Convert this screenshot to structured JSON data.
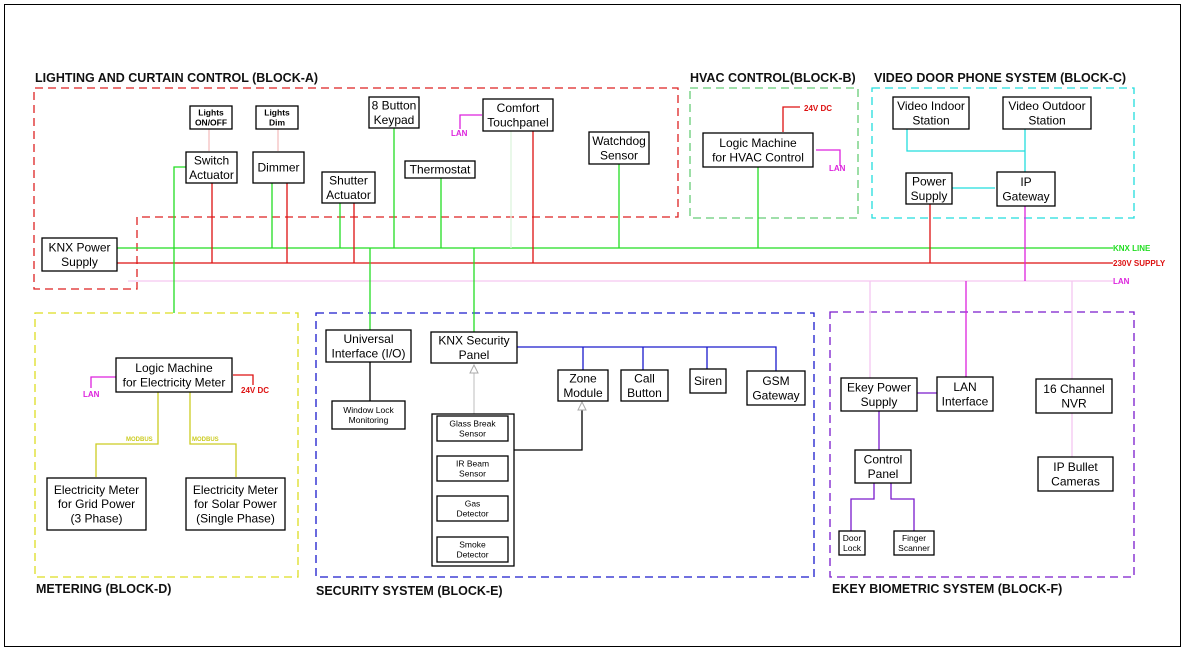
{
  "colors": {
    "knx": "#22dd22",
    "supply": "#dd1111",
    "lan": "#f5c6f0",
    "lan_label": "#dd22dd",
    "block_a": "#dd2222",
    "block_b": "#66cc77",
    "block_c": "#22dddd",
    "block_d": "#dddd22",
    "block_e": "#1a1acc",
    "block_f": "#7a1acc"
  },
  "legend": {
    "knx_line": "KNX LINE",
    "supply": "230V SUPPLY",
    "lan": "LAN"
  },
  "blocks": {
    "a": {
      "title": "LIGHTING AND CURTAIN CONTROL (BLOCK-A)"
    },
    "b": {
      "title": "HVAC CONTROL(BLOCK-B)"
    },
    "c": {
      "title": "VIDEO DOOR PHONE SYSTEM (BLOCK-C)"
    },
    "d": {
      "title": "METERING (BLOCK-D)"
    },
    "e": {
      "title": "SECURITY SYSTEM (BLOCK-E)"
    },
    "f": {
      "title": "EKEY BIOMETRIC SYSTEM (BLOCK-F)"
    }
  },
  "nodes": {
    "lights_onoff": [
      "Lights",
      "ON/OFF"
    ],
    "lights_dim": [
      "Lights",
      "Dim"
    ],
    "switch_actuator": [
      "Switch",
      "Actuator"
    ],
    "dimmer": [
      "Dimmer"
    ],
    "shutter_actuator": [
      "Shutter",
      "Actuator"
    ],
    "keypad": [
      "8 Button",
      "Keypad"
    ],
    "thermostat": [
      "Thermostat"
    ],
    "touchpanel": [
      "Comfort",
      "Touchpanel"
    ],
    "watchdog": [
      "Watchdog",
      "Sensor"
    ],
    "knx_power": [
      "KNX Power",
      "Supply"
    ],
    "lm_hvac": [
      "Logic Machine",
      "for HVAC Control"
    ],
    "video_indoor": [
      "Video Indoor",
      "Station"
    ],
    "video_outdoor": [
      "Video Outdoor",
      "Station"
    ],
    "vdp_power": [
      "Power",
      "Supply"
    ],
    "ip_gateway": [
      "IP",
      "Gateway"
    ],
    "lm_meter": [
      "Logic Machine",
      "for Electricity Meter"
    ],
    "meter_grid": [
      "Electricity Meter",
      "for Grid Power",
      "(3 Phase)"
    ],
    "meter_solar": [
      "Electricity Meter",
      "for Solar Power",
      "(Single Phase)"
    ],
    "universal_io": [
      "Universal",
      "Interface (I/O)"
    ],
    "window_lock": [
      "Window Lock",
      "Monitoring"
    ],
    "security_panel": [
      "KNX Security",
      "Panel"
    ],
    "zone_module": [
      "Zone",
      "Module"
    ],
    "call_button": [
      "Call",
      "Button"
    ],
    "siren": [
      "Siren"
    ],
    "gsm_gateway": [
      "GSM",
      "Gateway"
    ],
    "glass_break": [
      "Glass Break",
      "Sensor"
    ],
    "ir_beam": [
      "IR Beam",
      "Sensor"
    ],
    "gas_detector": [
      "Gas",
      "Detector"
    ],
    "smoke_detector": [
      "Smoke",
      "Detector"
    ],
    "ekey_power": [
      "Ekey Power",
      "Supply"
    ],
    "lan_interface": [
      "LAN",
      "Interface"
    ],
    "nvr": [
      "16 Channel",
      "NVR"
    ],
    "control_panel": [
      "Control",
      "Panel"
    ],
    "door_lock": [
      "Door",
      "Lock"
    ],
    "finger_scanner": [
      "Finger",
      "Scanner"
    ],
    "ip_cameras": [
      "IP Bullet",
      "Cameras"
    ]
  },
  "tags": {
    "lan": "LAN",
    "dc24": "24V DC",
    "modbus": "MODBUS"
  }
}
